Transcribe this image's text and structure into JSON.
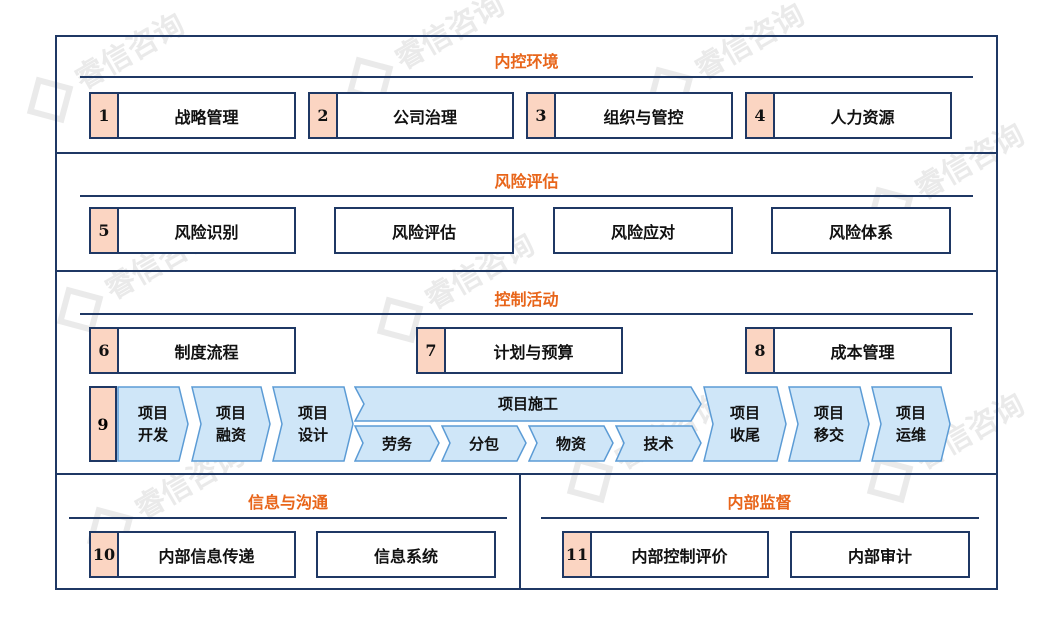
{
  "watermark": "睿信咨询",
  "sections": {
    "env": {
      "title": "内控环境"
    },
    "risk": {
      "title": "风险评估"
    },
    "ctrl": {
      "title": "控制活动"
    },
    "info": {
      "title": "信息与沟通"
    },
    "supv": {
      "title": "内部监督"
    }
  },
  "env_items": [
    {
      "num": "1",
      "label": "战略管理"
    },
    {
      "num": "2",
      "label": "公司治理"
    },
    {
      "num": "3",
      "label": "组织与管控"
    },
    {
      "num": "4",
      "label": "人力资源"
    }
  ],
  "risk_items": [
    {
      "num": "5",
      "label": "风险识别"
    },
    {
      "label": "风险评估"
    },
    {
      "label": "风险应对"
    },
    {
      "label": "风险体系"
    }
  ],
  "ctrl_items": [
    {
      "num": "6",
      "label": "制度流程"
    },
    {
      "num": "7",
      "label": "计划与预算"
    },
    {
      "num": "8",
      "label": "成本管理"
    }
  ],
  "project": {
    "num": "9",
    "steps_left": [
      {
        "line1": "项目",
        "line2": "开发"
      },
      {
        "line1": "项目",
        "line2": "融资"
      },
      {
        "line1": "项目",
        "line2": "设计"
      }
    ],
    "construction": {
      "title": "项目施工",
      "subs": [
        "劳务",
        "分包",
        "物资",
        "技术"
      ]
    },
    "steps_right": [
      {
        "line1": "项目",
        "line2": "收尾"
      },
      {
        "line1": "项目",
        "line2": "移交"
      },
      {
        "line1": "项目",
        "line2": "运维"
      }
    ]
  },
  "info_items": [
    {
      "num": "10",
      "label": "内部信息传递"
    },
    {
      "label": "信息系统"
    }
  ],
  "supv_items": [
    {
      "num": "11",
      "label": "内部控制评价"
    },
    {
      "label": "内部审计"
    }
  ],
  "colors": {
    "frame": "#1f3864",
    "title": "#e8651a",
    "num_fill": "#fbd5c2",
    "arrow_fill": "#cfe6f8",
    "arrow_stroke": "#5b9bd5"
  }
}
